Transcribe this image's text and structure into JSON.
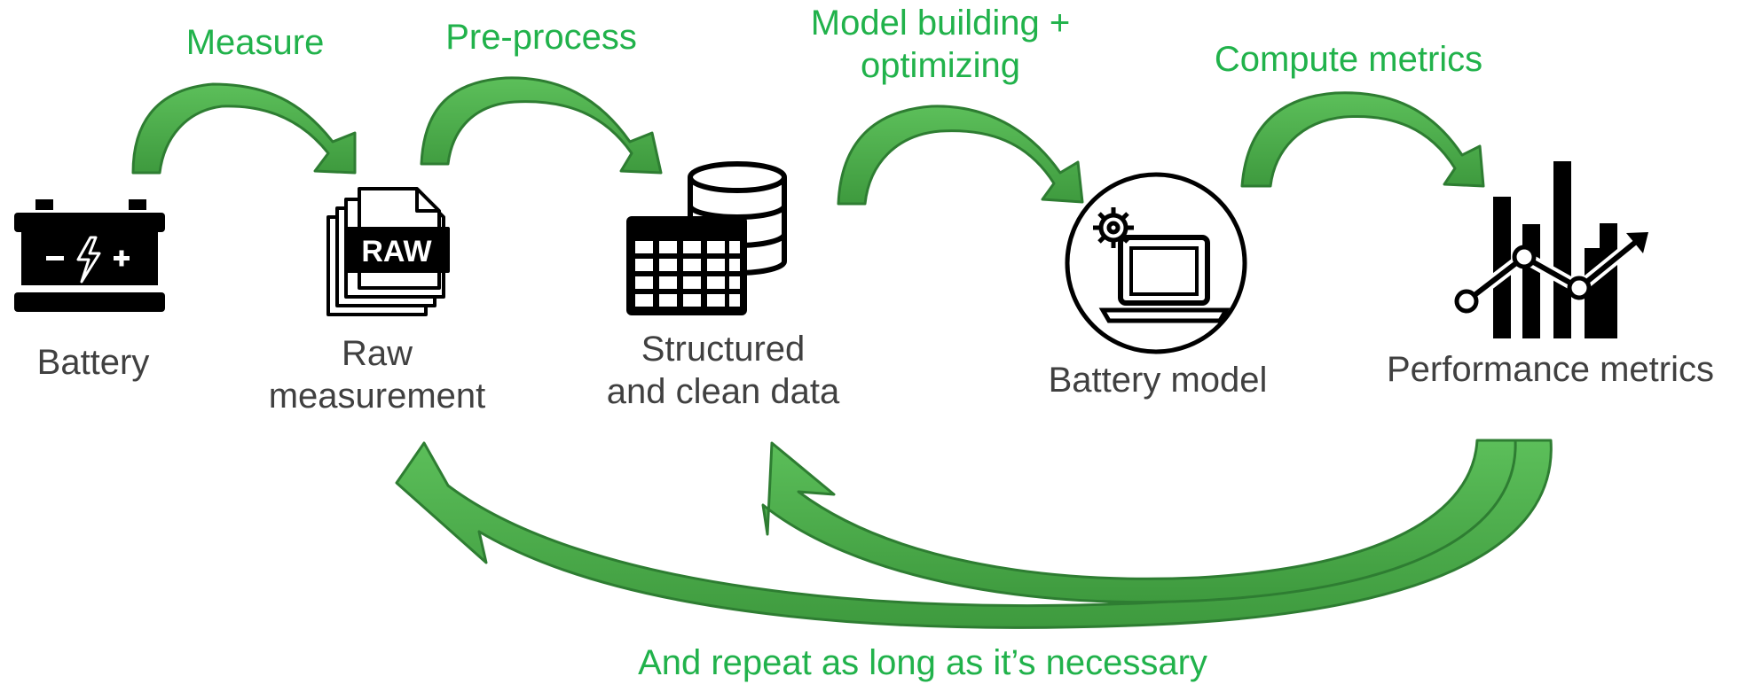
{
  "nodes": {
    "battery": "Battery",
    "raw_line1": "Raw",
    "raw_line2": "measurement",
    "structured_line1": "Structured",
    "structured_line2": "and clean data",
    "model": "Battery model",
    "metrics": "Performance metrics"
  },
  "steps": {
    "measure": "Measure",
    "preprocess": "Pre-process",
    "model_building_line1": "Model building +",
    "model_building_line2": "optimizing",
    "compute": "Compute metrics",
    "repeat": "And repeat as long as it’s necessary"
  },
  "icons": {
    "battery": "battery-icon",
    "raw_file": "raw-file-icon",
    "database_table": "database-table-icon",
    "laptop_gear": "laptop-gear-icon",
    "bar_chart": "bar-chart-trend-icon"
  },
  "icon_text": {
    "raw": "RAW"
  },
  "colors": {
    "arrow_fill": "#4caf50",
    "arrow_stroke": "#2e7d32",
    "step_text": "#21b24b",
    "node_text": "#404040",
    "icon": "#000000"
  }
}
